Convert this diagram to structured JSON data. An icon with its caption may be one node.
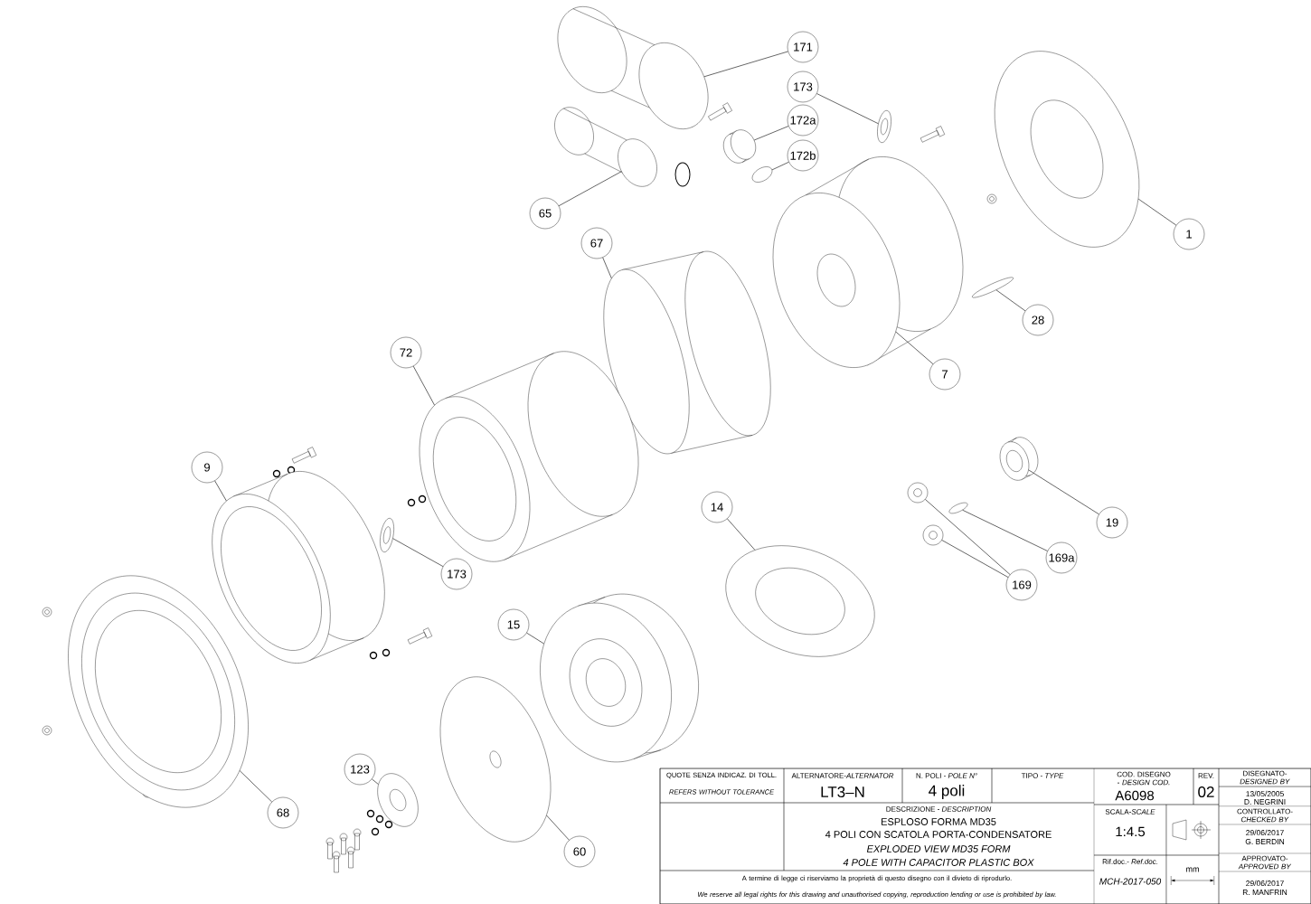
{
  "diagram": {
    "nodes": [
      {
        "text": [
          "171"
        ]
      },
      {
        "text": [
          "173"
        ]
      },
      {
        "text": [
          "172a"
        ]
      },
      {
        "text": [
          "172b"
        ]
      },
      {
        "text": [
          "65"
        ]
      },
      {
        "text": [
          "1"
        ]
      },
      {
        "text": [
          "67"
        ]
      },
      {
        "text": [
          "28"
        ]
      },
      {
        "text": [
          "72"
        ]
      },
      {
        "text": [
          "7"
        ]
      },
      {
        "text": [
          "9"
        ]
      },
      {
        "text": [
          "19"
        ]
      },
      {
        "text": [
          "14"
        ]
      },
      {
        "text": [
          "169a"
        ]
      },
      {
        "text": [
          "173"
        ]
      },
      {
        "text": [
          "169"
        ]
      },
      {
        "text": [
          "15"
        ]
      },
      {
        "text": [
          "123"
        ]
      },
      {
        "text": [
          "68"
        ]
      },
      {
        "text": [
          "60"
        ]
      },
      {
        "text": [],
        "shape": "picture"
      },
      {
        "text": [],
        "shape": "picture"
      },
      {
        "text": [],
        "shape": "picture"
      },
      {
        "text": [],
        "shape": "picture"
      },
      {
        "text": [],
        "shape": "picture"
      },
      {
        "text": [],
        "shape": "picture"
      },
      {
        "text": [],
        "shape": "picture"
      },
      {
        "text": [],
        "shape": "picture"
      },
      {
        "text": [],
        "shape": "picture"
      },
      {
        "text": [],
        "shape": "picture"
      },
      {
        "text": [],
        "shape": "picture"
      },
      {
        "text": [],
        "shape": "picture"
      },
      {
        "text": [],
        "shape": "picture"
      },
      {
        "text": [],
        "shape": "picture"
      },
      {
        "text": [],
        "shape": "picture"
      },
      {
        "text": [],
        "shape": "picture"
      },
      {
        "text": [],
        "shape": "picture"
      },
      {
        "text": [],
        "shape": "picture"
      },
      {
        "text": [],
        "shape": "picture"
      },
      {
        "text": [],
        "shape": "picture"
      },
      {
        "text": [],
        "shape": "picture"
      }
    ],
    "edges": [
      {
        "from": 0,
        "to": 20,
        "arrow": "none"
      },
      {
        "from": 1,
        "to": 21,
        "arrow": "none"
      },
      {
        "from": 2,
        "to": 22,
        "arrow": "none"
      },
      {
        "from": 3,
        "to": 23,
        "arrow": "none"
      },
      {
        "from": 4,
        "to": 24,
        "arrow": "none"
      },
      {
        "from": 5,
        "to": 25,
        "arrow": "none"
      },
      {
        "from": 6,
        "to": 26,
        "arrow": "none"
      },
      {
        "from": 7,
        "to": 27,
        "arrow": "none"
      },
      {
        "from": 8,
        "to": 28,
        "arrow": "none"
      },
      {
        "from": 9,
        "to": 29,
        "arrow": "none"
      },
      {
        "from": 10,
        "to": 30,
        "arrow": "none"
      },
      {
        "from": 11,
        "to": 31,
        "arrow": "none"
      },
      {
        "from": 12,
        "to": 32,
        "arrow": "none"
      },
      {
        "from": 13,
        "to": 33,
        "arrow": "none"
      },
      {
        "from": 14,
        "to": 34,
        "arrow": "none"
      },
      {
        "from": 15,
        "to": 35,
        "arrow": "none"
      },
      {
        "from": 15,
        "to": 36,
        "arrow": "none"
      },
      {
        "from": 16,
        "to": 37,
        "arrow": "none"
      },
      {
        "from": 17,
        "to": 38,
        "arrow": "none"
      },
      {
        "from": 18,
        "to": 39,
        "arrow": "none"
      },
      {
        "from": 19,
        "to": 40,
        "arrow": "none"
      }
    ],
    "labels": [
      "QUOTE SENZA INDICAZ. DI TOLL.",
      "REFERS WITHOUT TOLERANCE",
      "ALTERNATORE-*ALTERNATOR*",
      "LT3–N",
      "N. POLI - *POLE N°*",
      "4 poli",
      "TIPO - *TYPE*",
      "COD. DISEGNO - *DESIGN COD.*",
      "A6098",
      "REV.",
      "02",
      "DISEGNATO-*DESIGNED BY*",
      "13/05/2005",
      "D. NEGRINI",
      "DESCRIZIONE - *DESCRIPTION*",
      "ESPLOSO FORMA MD35",
      "4 POLI CON SCATOLA PORTA-CONDENSATORE",
      "EXPLODED VIEW MD35 FORM",
      "4 POLE WITH CAPACITOR PLASTIC BOX",
      "SCALA-*SCALE*",
      "1:4.5",
      "CONTROLLATO-*CHECKED BY*",
      "29/06/2017",
      "G. BERDIN",
      "Rif.doc.- *Ref.doc.*",
      "mm",
      "APPROVATO-*APPROVED BY*",
      "29/06/2017",
      "R. MANFRIN",
      "MCH-2017-050",
      "A termine di legge ci riserviamo la proprietà di questo disegno con il divieto di riprodurlo.",
      "We reserve all legal rights for this drawing and unauthorised copying, reproduction lending or use is prohibited by law."
    ]
  }
}
